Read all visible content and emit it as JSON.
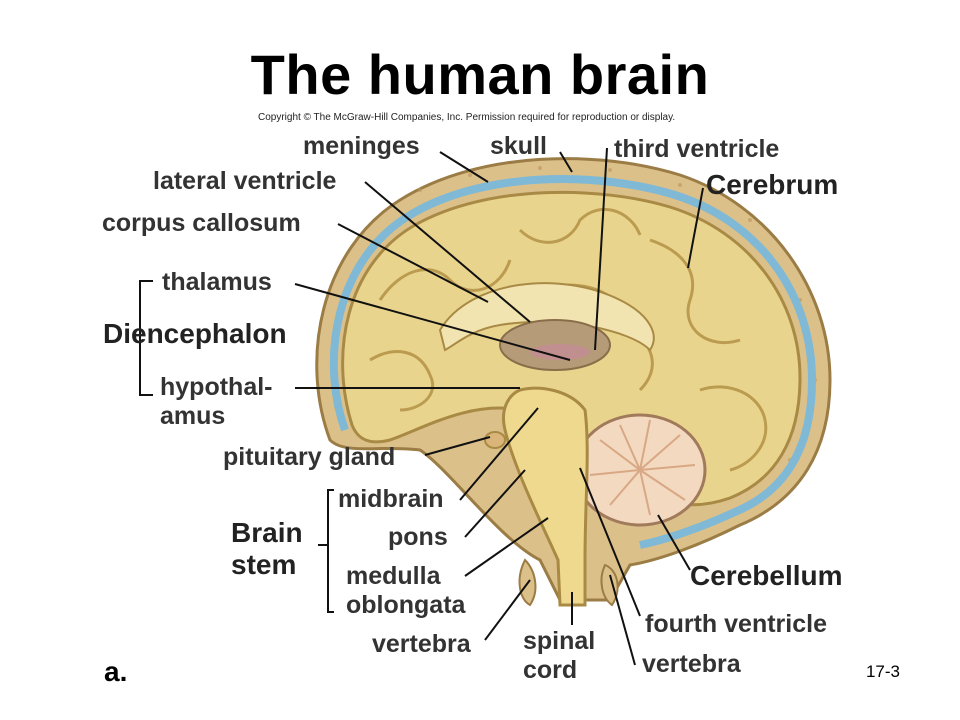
{
  "title": "The human brain",
  "copyright": "Copyright © The McGraw-Hill Companies, Inc. Permission required for reproduction or display.",
  "labels": {
    "meninges": "meninges",
    "skull": "skull",
    "third_ventricle": "third ventricle",
    "cerebrum": "Cerebrum",
    "lateral_ventricle": "lateral ventricle",
    "corpus_callosum": "corpus callosum",
    "thalamus": "thalamus",
    "diencephalon": "Diencephalon",
    "hypothalamus_1": "hypothal-",
    "hypothalamus_2": "amus",
    "pituitary_gland": "pituitary gland",
    "midbrain": "midbrain",
    "brain_stem_1": "Brain",
    "brain_stem_2": "stem",
    "pons": "pons",
    "medulla_1": "medulla",
    "medulla_2": "oblongata",
    "vertebra_left": "vertebra",
    "spinal_1": "spinal",
    "spinal_2": "cord",
    "cerebellum": "Cerebellum",
    "fourth_ventricle": "fourth ventricle",
    "vertebra_right": "vertebra"
  },
  "panel_letter": "a.",
  "slide_number": "17-3"
}
